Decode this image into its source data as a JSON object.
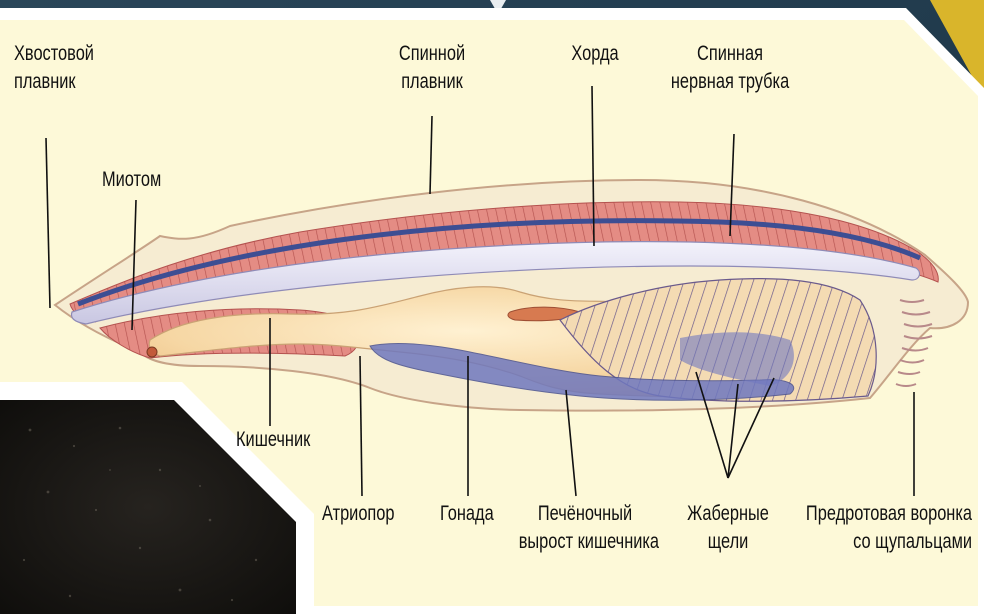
{
  "labels": {
    "tail_fin": [
      "Хвостовой",
      "плавник"
    ],
    "myotome": "Миотом",
    "dorsal_fin": [
      "Спинной",
      "плавник"
    ],
    "notochord": "Хорда",
    "neural_tube": [
      "Спинная",
      "нервная трубка"
    ],
    "intestine": "Кишечник",
    "atriopore": "Атриопор",
    "gonad": "Гонада",
    "hepatic_outgrowth": [
      "Печёночный",
      "вырост кишечника"
    ],
    "gill_slits": [
      "Жаберные",
      "щели"
    ],
    "oral_funnel": [
      "Предротовая воронка",
      "со щупальцами"
    ]
  },
  "colors": {
    "background": "#1f3a4c",
    "diagram_background": "#fdf9d8",
    "body_outline": "#c7a488",
    "muscle": "#dd7d78",
    "notochord": "#e4e3f4",
    "nerve_cord": "#3d4e93",
    "gut": "#f3cf99",
    "gonad": "#6f78bf",
    "accent_yellow": "#d9b52b"
  }
}
